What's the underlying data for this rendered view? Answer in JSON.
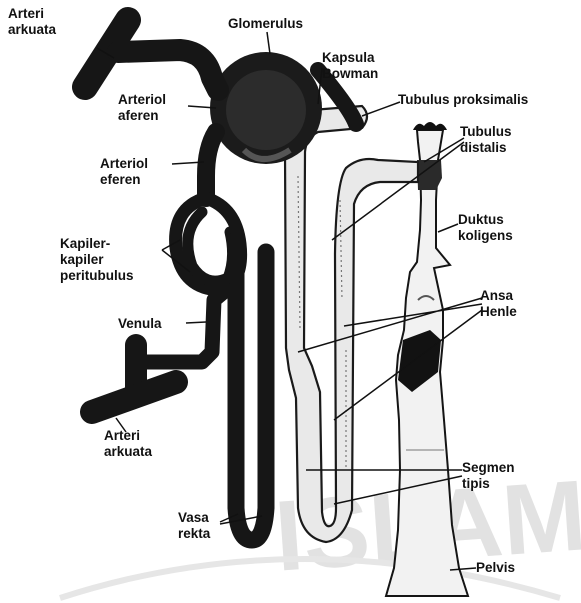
{
  "diagram": {
    "labels": {
      "arteri_arkuata_top": [
        "Arteri",
        "arkuata"
      ],
      "glomerulus": [
        "Glomerulus"
      ],
      "kapsula_bowman": [
        "Kapsula",
        "Bowman"
      ],
      "tubulus_proksimalis": [
        "Tubulus proksimalis"
      ],
      "arteriol_aferen": [
        "Arteriol",
        "aferen"
      ],
      "tubulus_distalis": [
        "Tubulus",
        "distalis"
      ],
      "arteriol_eferen": [
        "Arteriol",
        "eferen"
      ],
      "duktus_koligens": [
        "Duktus",
        "koligens"
      ],
      "kapiler_peritubulus": [
        "Kapiler-",
        "kapiler",
        "peritubulus"
      ],
      "ansa_henle": [
        "Ansa",
        "Henle"
      ],
      "venula": [
        "Venula"
      ],
      "arteri_arkuata_bottom": [
        "Arteri",
        "arkuata"
      ],
      "segmen_tipis": [
        "Segmen",
        "tipis"
      ],
      "vasa_rekta": [
        "Vasa",
        "rekta"
      ],
      "pelvis": [
        "Pelvis"
      ]
    },
    "watermark": "ISLAM",
    "colors": {
      "vessel": "#161616",
      "tubule_fill": "#e9e9e9",
      "tubule_outline": "#1a1a1a",
      "watermark": "#e2e2e2"
    }
  }
}
